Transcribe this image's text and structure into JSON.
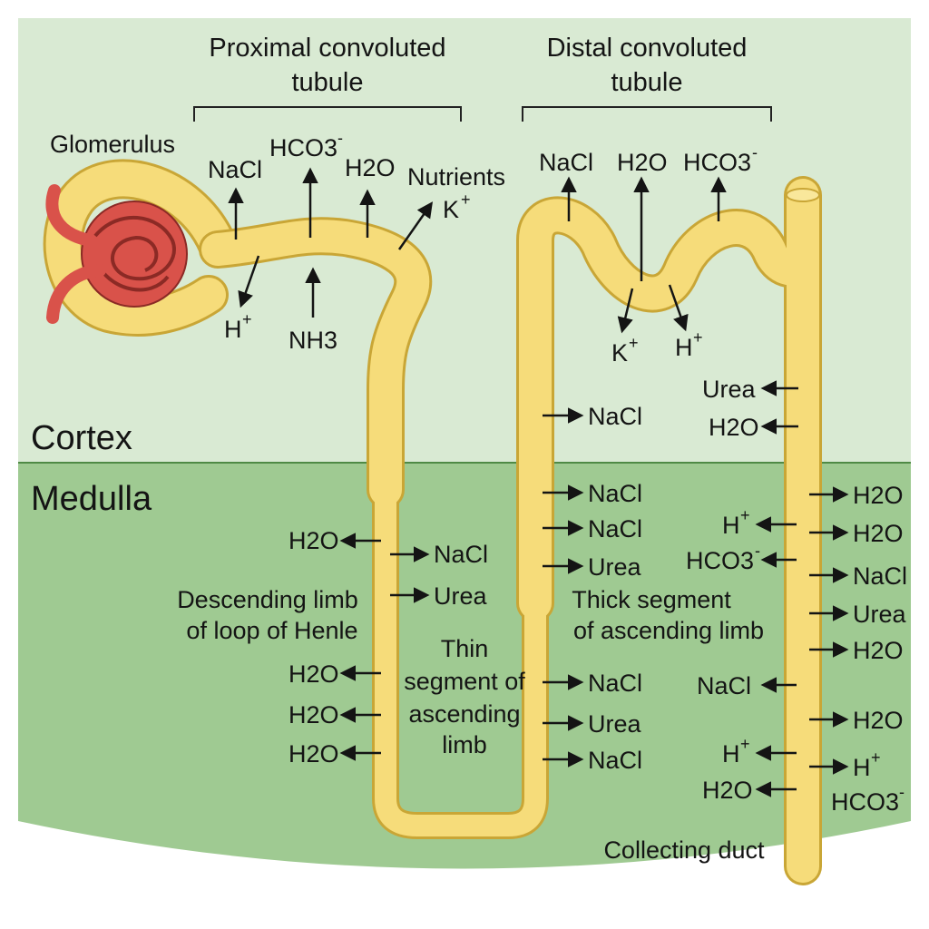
{
  "regions": {
    "cortex": "Cortex",
    "medulla": "Medulla"
  },
  "titles": {
    "pct_line1": "Proximal convoluted",
    "pct_line2": "tubule",
    "dct_line1": "Distal convoluted",
    "dct_line2": "tubule"
  },
  "structures": {
    "glomerulus": "Glomerulus",
    "descending_line1": "Descending limb",
    "descending_line2": "of loop of Henle",
    "thin_line1": "Thin",
    "thin_line2": "segment of",
    "thin_line3": "ascending",
    "thin_line4": "limb",
    "thick_line1": "Thick segment",
    "thick_line2": "of ascending limb",
    "collecting_duct": "Collecting duct"
  },
  "pct": {
    "nacl": "NaCl",
    "hco3": "HCO3",
    "h2o": "H2O",
    "nutrients": "Nutrients",
    "k": "K",
    "h": "H",
    "nh3": "NH3"
  },
  "dct": {
    "nacl": "NaCl",
    "h2o": "H2O",
    "hco3": "HCO3",
    "k": "K",
    "h": "H"
  },
  "descending": {
    "h2o_1": "H2O",
    "nacl": "NaCl",
    "urea": "Urea",
    "h2o_2": "H2O",
    "h2o_3": "H2O",
    "h2o_4": "H2O"
  },
  "thick": {
    "nacl_1": "NaCl",
    "nacl_2": "NaCl",
    "nacl_3": "NaCl",
    "urea_1": "Urea",
    "nacl_4": "NaCl",
    "urea_2": "Urea",
    "nacl_5": "NaCl"
  },
  "collecting_left": {
    "urea": "Urea",
    "h2o_1": "H2O",
    "h": "H",
    "hco3": "HCO3",
    "nacl": "NaCl",
    "h_2": "H",
    "h2o_2": "H2O"
  },
  "collecting_right": {
    "h2o_1": "H2O",
    "h2o_2": "H2O",
    "nacl": "NaCl",
    "urea": "Urea",
    "h2o_3": "H2O",
    "h2o_4": "H2O",
    "h": "H",
    "hco3": "HCO3"
  },
  "colors": {
    "cortex": "#d9ead3",
    "medulla": "#9fca92",
    "tubule": "#f6dc7a",
    "tubule_outline": "#c9a636",
    "glomerulus": "#d9524a"
  }
}
